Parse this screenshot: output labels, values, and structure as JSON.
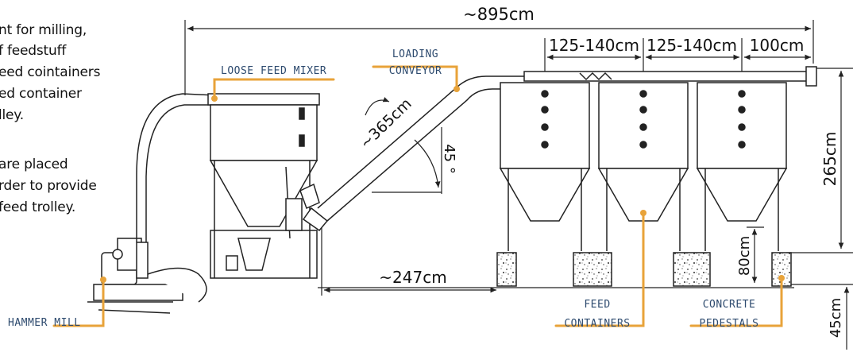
{
  "intro": {
    "line1": "nt for milling,",
    "line2": "f feedstuff",
    "line3": "eed cointainers",
    "line4": "ed container",
    "line5": "lley.",
    "line6": "are placed",
    "line7": "rder to provide",
    "line8": "feed trolley."
  },
  "dimensions": {
    "total_length": "~895cm",
    "spacing_1": "125-140cm",
    "spacing_2": "125-140cm",
    "spacing_3": "100cm",
    "conveyor_length": "~365cm",
    "angle": "45 °",
    "height_total": "265cm",
    "pedestal_height": "80cm",
    "ground_offset": "45cm",
    "mixer_to_container": "~247cm"
  },
  "labels": {
    "loose_feed_mixer": "LOOSE FEED MIXER",
    "loading_conveyor_1": "LOADING",
    "loading_conveyor_2": "CONVEYOR",
    "hammer_mill": "HAMMER MILL",
    "feed_containers_1": "FEED",
    "feed_containers_2": "CONTAINERS",
    "concrete_pedestals_1": "CONCRETE",
    "concrete_pedestals_2": "PEDESTALS"
  },
  "colors": {
    "accent": "#e8a33a",
    "label_text": "#2d4a6e",
    "line": "#222222"
  }
}
